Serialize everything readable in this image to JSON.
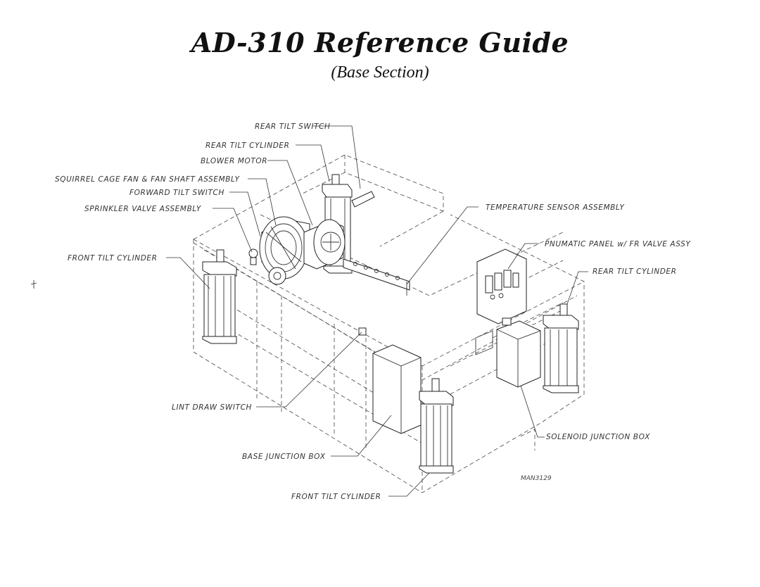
{
  "title": "AD-310 Reference Guide",
  "subtitle": "(Base Section)",
  "labels": {
    "rear_tilt_switch": "REAR TILT SWITCH",
    "rear_tilt_cylinder_top": "REAR TILT CYLINDER",
    "blower_motor": "BLOWER MOTOR",
    "squirrel_cage_fan": "SQUIRREL CAGE FAN & FAN SHAFT ASSEMBLY",
    "forward_tilt_switch": "FORWARD TILT SWITCH",
    "sprinkler_valve": "SPRINKLER VALVE ASSEMBLY",
    "front_tilt_cylinder_left": "FRONT TILT CYLINDER",
    "temperature_sensor": "TEMPERATURE SENSOR ASSEMBLY",
    "pneumatic_panel": "PNUMATIC PANEL w/ FR VALVE ASSY",
    "rear_tilt_cylinder_right": "REAR TILT CYLINDER",
    "lint_draw_switch": "LINT DRAW SWITCH",
    "solenoid_junction_box": "SOLENOID JUNCTION BOX",
    "base_junction_box": "BASE JUNCTION BOX",
    "front_tilt_cylinder_bottom": "FRONT TILT CYLINDER"
  },
  "drawing_number": "MAN3129"
}
